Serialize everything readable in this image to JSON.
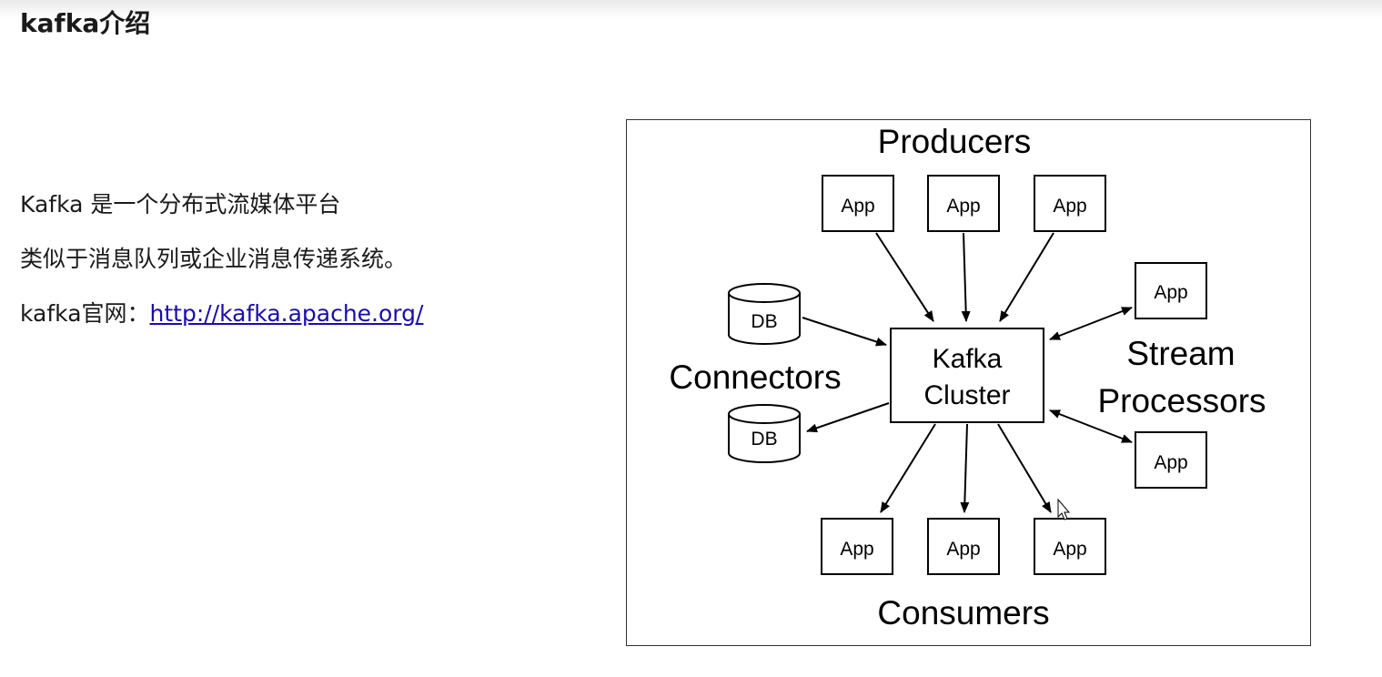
{
  "page": {
    "title": "kafka介绍",
    "intro": {
      "line1": "Kafka 是一个分布式流媒体平台",
      "line2": "类似于消息队列或企业消息传递系统。",
      "line3_prefix": "kafka官网：",
      "link_text": "http://kafka.apache.org/"
    }
  },
  "diagram": {
    "producers_label": "Producers",
    "consumers_label": "Consumers",
    "connectors_label": "Connectors",
    "stream_label_1": "Stream",
    "stream_label_2": "Processors",
    "cluster_label_1": "Kafka",
    "cluster_label_2": "Cluster",
    "app_label": "App",
    "db_label": "DB"
  }
}
